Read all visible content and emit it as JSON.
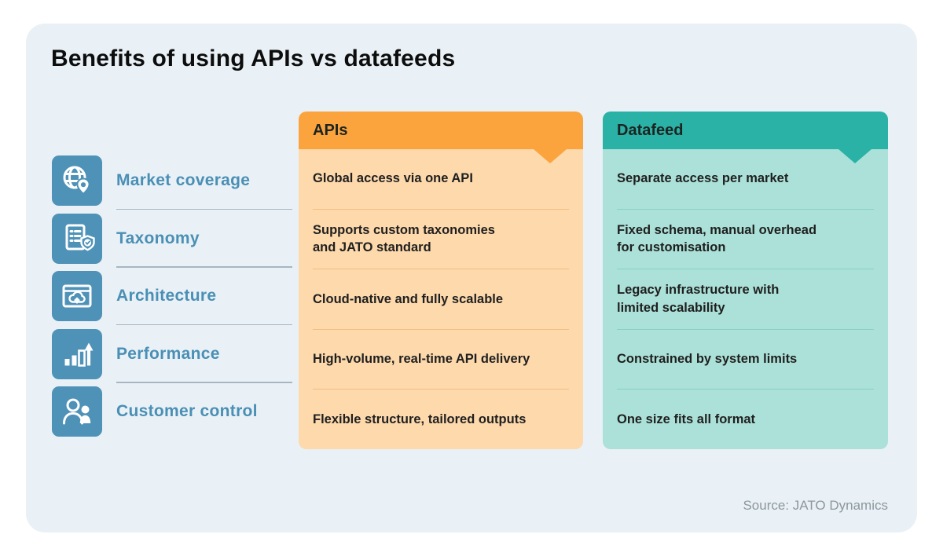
{
  "title": "Benefits of using APIs vs datafeeds",
  "source": "Source: JATO Dynamics",
  "colors": {
    "card_background": "#E9F1F6",
    "icon_tile": "#4E92B8",
    "category_label": "#4A8FB5",
    "apis_header": "#FBA43D",
    "apis_body": "#FDD9AC",
    "datafeed_header": "#2AB2A7",
    "datafeed_body": "#ABE1D8",
    "body_text": "#1F1F1F",
    "source_text": "#8D979E"
  },
  "categories": [
    {
      "label": "Market coverage",
      "icon": "globe-location-pin-icon"
    },
    {
      "label": "Taxonomy",
      "icon": "document-shield-check-icon"
    },
    {
      "label": "Architecture",
      "icon": "browser-cloud-upload-icon"
    },
    {
      "label": "Performance",
      "icon": "bar-chart-up-arrow-icon"
    },
    {
      "label": "Customer control",
      "icon": "two-users-icon"
    }
  ],
  "columns": [
    {
      "header": "APIs",
      "rows": [
        "Global access via one API",
        "Supports custom taxonomies\nand JATO standard",
        "Cloud-native and fully scalable",
        "High-volume, real-time API delivery",
        "Flexible structure, tailored outputs"
      ]
    },
    {
      "header": "Datafeed",
      "rows": [
        "Separate access per market",
        "Fixed schema, manual overhead\nfor customisation",
        "Legacy infrastructure with\nlimited scalability",
        "Constrained by system limits",
        "One size fits all format"
      ]
    }
  ]
}
